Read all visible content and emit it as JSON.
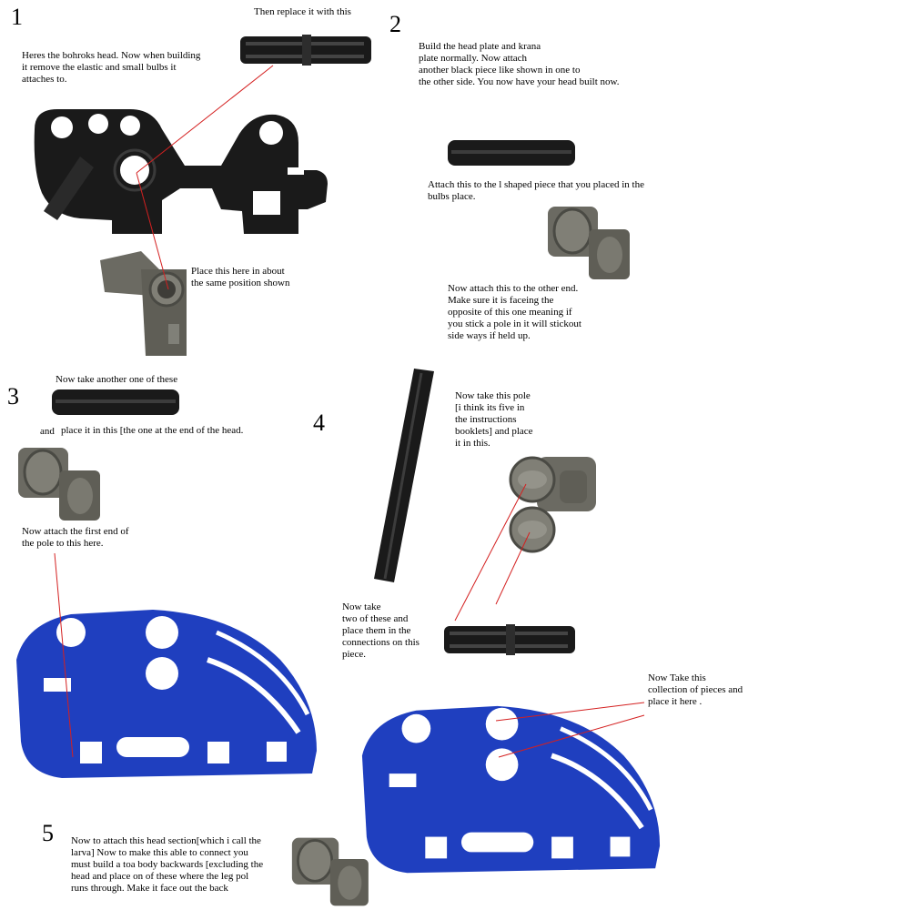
{
  "steps": [
    "1",
    "2",
    "3",
    "4",
    "5"
  ],
  "captions": {
    "replace_with_this": "Then replace it with this",
    "bohrok_head": "Heres the bohroks head. Now when building\nit remove the elastic and small bulbs it\nattaches to.",
    "place_here": "Place this here in about\nthe same position shown",
    "build_head_plate": "Build  the head plate and krana\n  plate normally. Now attach\nanother black piece like shown in one to\nthe other side.  You now have your head built now.",
    "attach_l_piece": "Attach this to the l shaped piece that you placed in the\nbulbs place.",
    "attach_other_end": "Now attach this to the other end.\nMake sure it is faceing the\nopposite of this one meaning if\nyou stick a pole in it will stickout\nside ways if held up.",
    "take_another": "Now take another one of these",
    "place_it_in_this_and": "and",
    "place_it_in_this": "place it in this [the one at the end of  the head.",
    "attach_first_end": "Now attach the first end of\nthe pole to this here.",
    "take_this_pole": "Now take this pole\n[i think its five in\nthe instructions\nbooklets] and place\n it in this.",
    "take_two": "Now take\ntwo of these and\nplace them in the\nconnections on this\npiece.",
    "take_collection": "Now Take this\ncollection of pieces and\nplace it here .",
    "attach_head_section": "Now to attach this head section[which i call the\nlarva]  Now to make this able to connect you\nmust build a toa body backwards [excluding the\nhead and place on of these where the leg pol\nruns through.  Make it face out the back"
  },
  "colors": {
    "black_part": "#1a1a1a",
    "grey_part": "#6b6a62",
    "blue_part": "#1f3fbf",
    "pointer_line": "#d42020"
  },
  "icons": [
    "bohrok-head-part",
    "black-pin-part",
    "black-axle-part",
    "angle-connector-part",
    "cross-block-part",
    "pole-part",
    "double-connector-part",
    "blue-limb-part"
  ]
}
